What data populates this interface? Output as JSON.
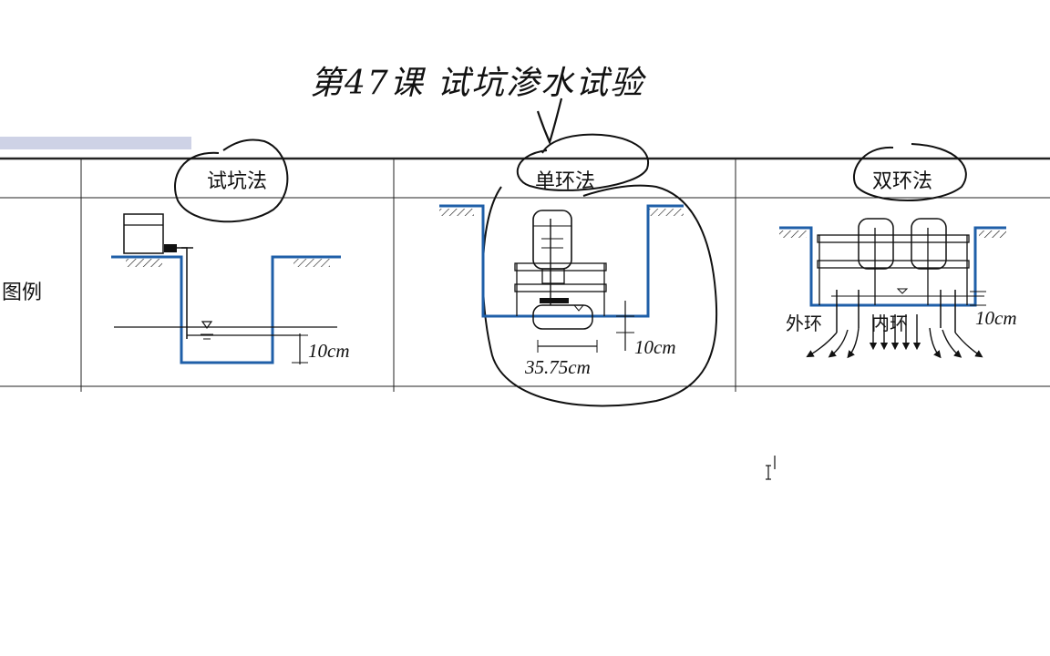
{
  "handwriting": {
    "lesson_title": "第47课 试坑渗水试验"
  },
  "table": {
    "columns": [
      "试坑法",
      "单环法",
      "双环法"
    ],
    "row_label": "图例"
  },
  "diagram_pit": {
    "dim_depth": "10cm"
  },
  "diagram_single_ring": {
    "dim_diameter": "35.75cm",
    "dim_depth": "10cm"
  },
  "diagram_double_ring": {
    "label_outer": "外环",
    "label_inner": "内环",
    "dim_depth": "10cm"
  },
  "colors": {
    "pit_line": "#1f5fa8",
    "ink": "#111111"
  }
}
